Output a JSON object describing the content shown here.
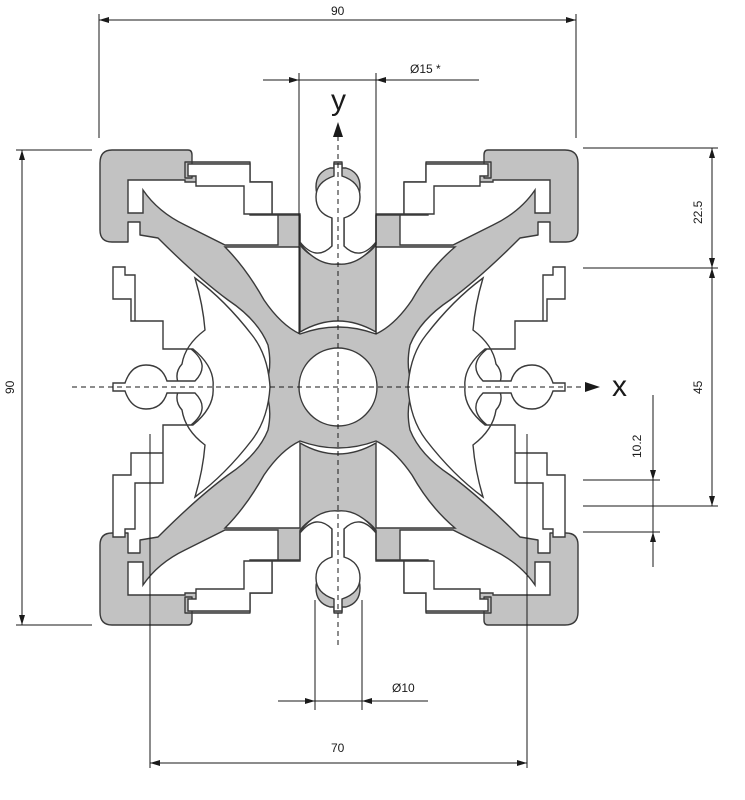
{
  "drawing": {
    "dimensions": {
      "overall_width": "90",
      "overall_height": "90",
      "center_bore": "Ø15 *",
      "slot_depth": "22.5",
      "half_height": "45",
      "slot_width": "10.2",
      "slot_bore": "Ø10",
      "slot_pitch": "70"
    },
    "axes": {
      "x": "x",
      "y": "y"
    },
    "colors": {
      "profile_fill": "#c2c2c2",
      "profile_outline": "#3a3a3a",
      "line": "#1a1a1a"
    }
  }
}
